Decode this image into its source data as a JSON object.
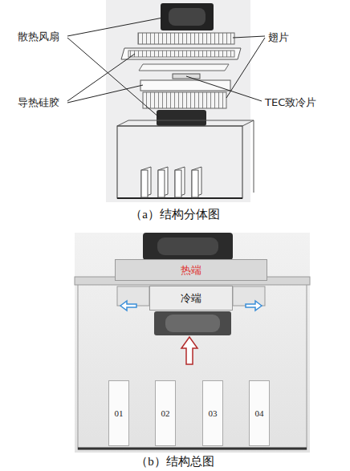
{
  "diagram": {
    "nodes": [
      {
        "text": [
          "热端"
        ]
      },
      {
        "text": [
          "冷端"
        ]
      },
      {
        "text": [
          "01"
        ]
      },
      {
        "text": [
          "02"
        ]
      },
      {
        "text": [
          "03"
        ]
      },
      {
        "text": [
          "04"
        ]
      }
    ],
    "labels": [
      "散热风扇",
      "导热硅胶",
      "翅片",
      "TEC致冷片",
      "（a）结构分体图",
      "（b）结构总图"
    ]
  }
}
